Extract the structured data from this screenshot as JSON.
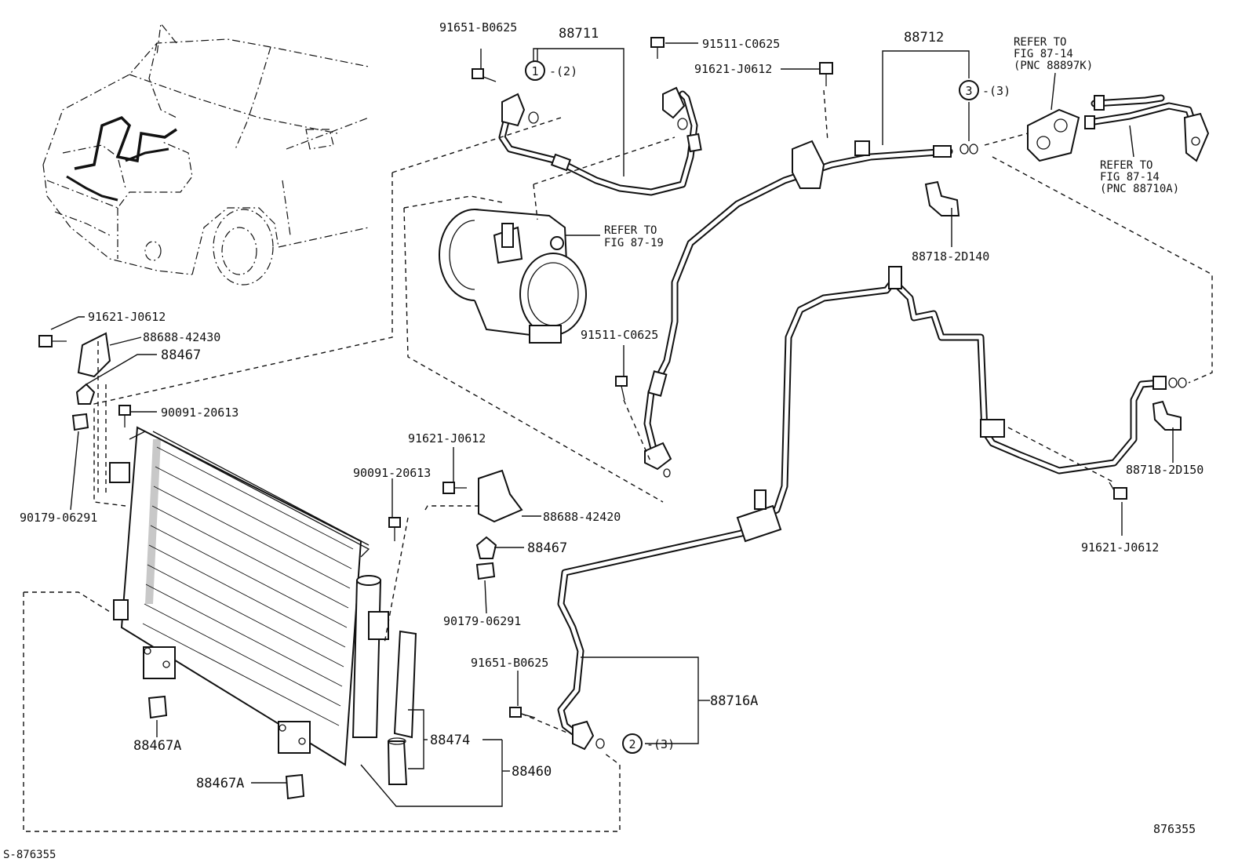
{
  "figure_number": "876355",
  "sheet_code": "S-876355",
  "parts": {
    "p_88711": "88711",
    "p_88712": "88712",
    "p_88716A": "88716A",
    "p_88460": "88460",
    "p_88474": "88474",
    "p_88467_top": "88467",
    "p_88467_mid": "88467",
    "p_88467A_a": "88467A",
    "p_88467A_b": "88467A",
    "p_88688_42430": "88688-42430",
    "p_88688_42420": "88688-42420",
    "p_88718_2D140": "88718-2D140",
    "p_88718_2D150": "88718-2D150",
    "p_91651_B0625_top": "91651-B0625",
    "p_91651_B0625_bot": "91651-B0625",
    "p_91511_C0625_top": "91511-C0625",
    "p_91511_C0625_mid": "91511-C0625",
    "p_91621_J0612_a": "91621-J0612",
    "p_91621_J0612_b": "91621-J0612",
    "p_91621_J0612_c": "91621-J0612",
    "p_91621_J0612_d": "91621-J0612",
    "p_90091_20613_a": "90091-20613",
    "p_90091_20613_b": "90091-20613",
    "p_90179_06291_a": "90179-06291",
    "p_90179_06291_b": "90179-06291"
  },
  "callouts": {
    "c1_num": "1",
    "c1_qty": "-(2)",
    "c2_num": "2",
    "c2_qty": "-(3)",
    "c3_num": "3",
    "c3_qty": "-(3)"
  },
  "refs": {
    "compressor": [
      "REFER TO",
      "FIG 87-19"
    ],
    "seal_plate": [
      "REFER TO",
      "FIG 87-14",
      "(PNC 88897K)"
    ],
    "suction_tube": [
      "REFER TO",
      "FIG 87-14",
      "(PNC 88710A)"
    ]
  }
}
